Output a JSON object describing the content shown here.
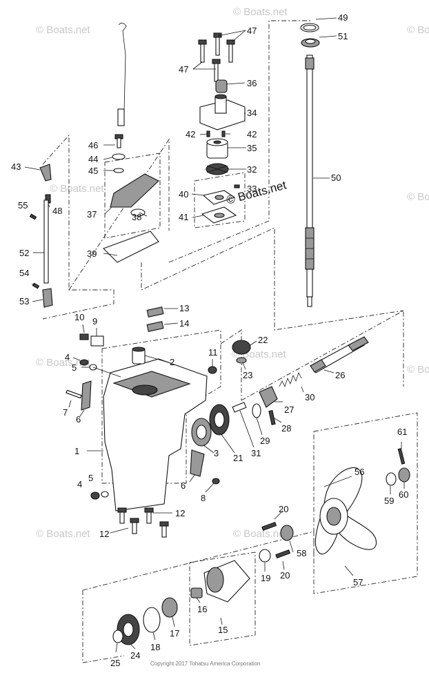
{
  "watermarks": {
    "faint": "© Boats.net",
    "center": "© Boats.net"
  },
  "copyright": "Copyright 2017 Tohatsu America Corporation",
  "callouts": {
    "c1": "1",
    "c2": "2",
    "c3": "3",
    "c4a": "4",
    "c4b": "4",
    "c5a": "5",
    "c5b": "5",
    "c6a": "6",
    "c6b": "6",
    "c7": "7",
    "c8": "8",
    "c9": "9",
    "c10": "10",
    "c11": "11",
    "c12a": "12",
    "c12b": "12",
    "c13": "13",
    "c14": "14",
    "c15": "15",
    "c16": "16",
    "c17": "17",
    "c18": "18",
    "c19": "19",
    "c20a": "20",
    "c20b": "20",
    "c21": "21",
    "c22": "22",
    "c23": "23",
    "c24": "24",
    "c25": "25",
    "c26": "26",
    "c27": "27",
    "c28": "28",
    "c29": "29",
    "c30": "30",
    "c31": "31",
    "c32": "32",
    "c33": "33",
    "c34": "34",
    "c35": "35",
    "c36": "36",
    "c37": "37",
    "c38": "38",
    "c39": "39",
    "c40": "40",
    "c41": "41",
    "c42a": "42",
    "c42b": "42",
    "c43": "43",
    "c44": "44",
    "c45": "45",
    "c46": "46",
    "c47a": "47",
    "c47b": "47",
    "c48": "48",
    "c49": "49",
    "c50": "50",
    "c51": "51",
    "c52": "52",
    "c53": "53",
    "c54": "54",
    "c55": "55",
    "c56": "56",
    "c57": "57",
    "c58": "58",
    "c59": "59",
    "c60": "60",
    "c61": "61"
  }
}
